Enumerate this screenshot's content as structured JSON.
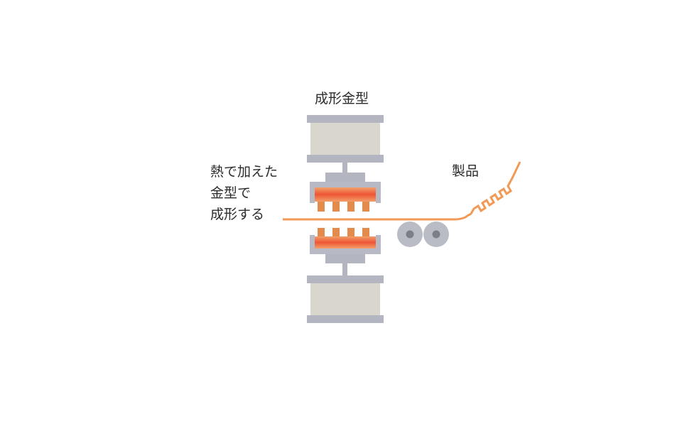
{
  "labels": {
    "mold_title": "成形金型",
    "process_lines": [
      "熱で加えた",
      "金型で",
      "成形する"
    ],
    "product": "製品"
  },
  "colors": {
    "press_plate": "#b3b6c0",
    "press_block": "#d9d6cd",
    "die_frame": "#b7bac4",
    "die_tooth": "#e38b4d",
    "heated_zone": "#ee5b3b",
    "sheet": "#f29a55",
    "roller": "#b9bcc5",
    "roller_hub": "#7b7f88",
    "text": "#2b2b2b"
  },
  "icons": {
    "press": "mold-press-icon",
    "rollers": "roller-pair-icon"
  }
}
